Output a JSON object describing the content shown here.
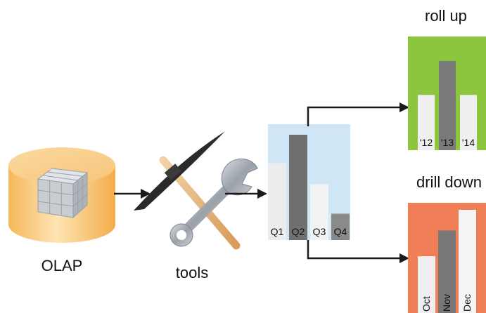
{
  "labels": {
    "olap": "OLAP",
    "tools": "tools",
    "roll_up": "roll up",
    "drill_down": "drill down"
  },
  "quarter_chart": {
    "categories": [
      "Q1",
      "Q2",
      "Q3",
      "Q4"
    ],
    "values": [
      0.73,
      1.0,
      0.53,
      0.25
    ],
    "background": "#cfe6f7",
    "bar_colors": [
      "#ececec",
      "#707070",
      "#f2f2f2",
      "#8a8a8a"
    ]
  },
  "rollup_chart": {
    "categories": [
      "'12",
      "'13",
      "'14"
    ],
    "values": [
      0.62,
      1.0,
      0.62
    ],
    "background": "#8cc63f",
    "bar_colors": [
      "#efefef",
      "#7a7a7a",
      "#efefef"
    ]
  },
  "drilldown_chart": {
    "categories": [
      "Oct",
      "Nov",
      "Dec"
    ],
    "values": [
      0.55,
      0.8,
      1.0
    ],
    "background": "#f07f57",
    "bar_colors": [
      "#efefef",
      "#777777",
      "#f5f5f5"
    ]
  },
  "colors": {
    "arrow": "#1a1a1a",
    "cylinder": "#f9c978",
    "cube": "#c3c7cc"
  }
}
